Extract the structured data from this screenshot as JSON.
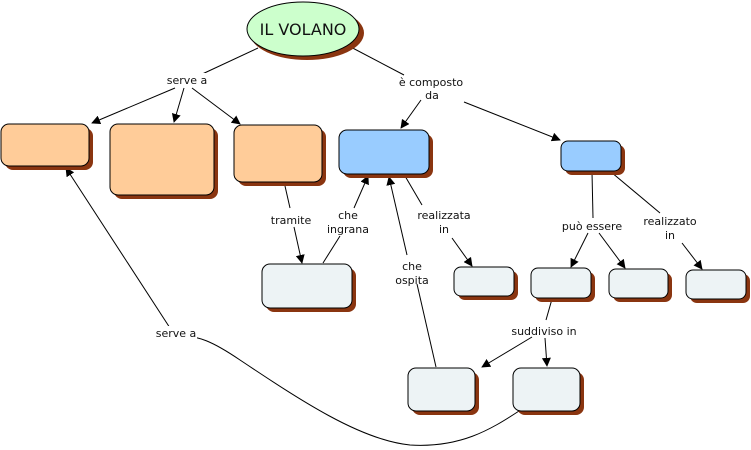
{
  "title": "IL VOLANO",
  "colors": {
    "root_fill": "#ccffcc",
    "orange_fill": "#ffcc99",
    "blue_fill": "#99ccff",
    "light_fill": "#edf3f5",
    "shadow": "#8a3510",
    "stroke": "#000000"
  },
  "linking_phrases": {
    "serve_a_top": "serve a",
    "composto_line1": "è composto",
    "composto_line2": "da",
    "tramite": "tramite",
    "che_ingrana_1": "che",
    "che_ingrana_2": "ingrana",
    "realizzata_1": "realizzata",
    "realizzata_2": "in",
    "che_ospita_1": "che",
    "che_ospita_2": "ospita",
    "puo_essere": "può essere",
    "realizzato_1": "realizzato",
    "realizzato_2": "in",
    "suddiviso_in": "suddiviso in",
    "serve_a_bottom": "serve a"
  },
  "concepts": [
    {
      "id": "use-1",
      "text": "",
      "color": "orange"
    },
    {
      "id": "use-2",
      "text": "",
      "color": "orange"
    },
    {
      "id": "use-3",
      "text": "",
      "color": "orange"
    },
    {
      "id": "part-1",
      "text": "",
      "color": "blue"
    },
    {
      "id": "part-2",
      "text": "",
      "color": "blue"
    },
    {
      "id": "mechanism",
      "text": "",
      "color": "light"
    },
    {
      "id": "material-1",
      "text": "",
      "color": "light"
    },
    {
      "id": "type-1",
      "text": "",
      "color": "light"
    },
    {
      "id": "type-2",
      "text": "",
      "color": "light"
    },
    {
      "id": "material-2",
      "text": "",
      "color": "light"
    },
    {
      "id": "sub-1",
      "text": "",
      "color": "light"
    },
    {
      "id": "sub-2",
      "text": "",
      "color": "light"
    }
  ]
}
